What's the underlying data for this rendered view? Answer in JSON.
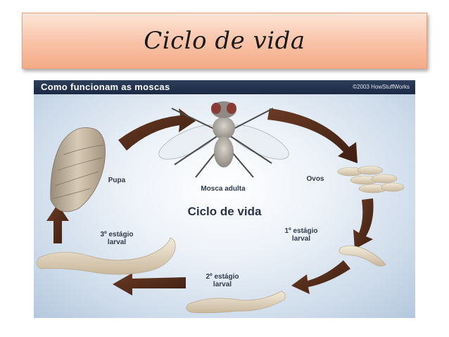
{
  "slide": {
    "title": "Ciclo de vida"
  },
  "figure": {
    "header_title": "Como funcionam as moscas",
    "credit": "©2003 HowStuffWorks",
    "center_title": "Ciclo de vida",
    "stages": {
      "adult": "Mosca adulta",
      "eggs": "Ovos",
      "larva1": "1º estágio\nlarval",
      "larva2": "2º estágio\nlarval",
      "larva3": "3º estágio\nlarval",
      "pupa": "Pupa"
    }
  }
}
